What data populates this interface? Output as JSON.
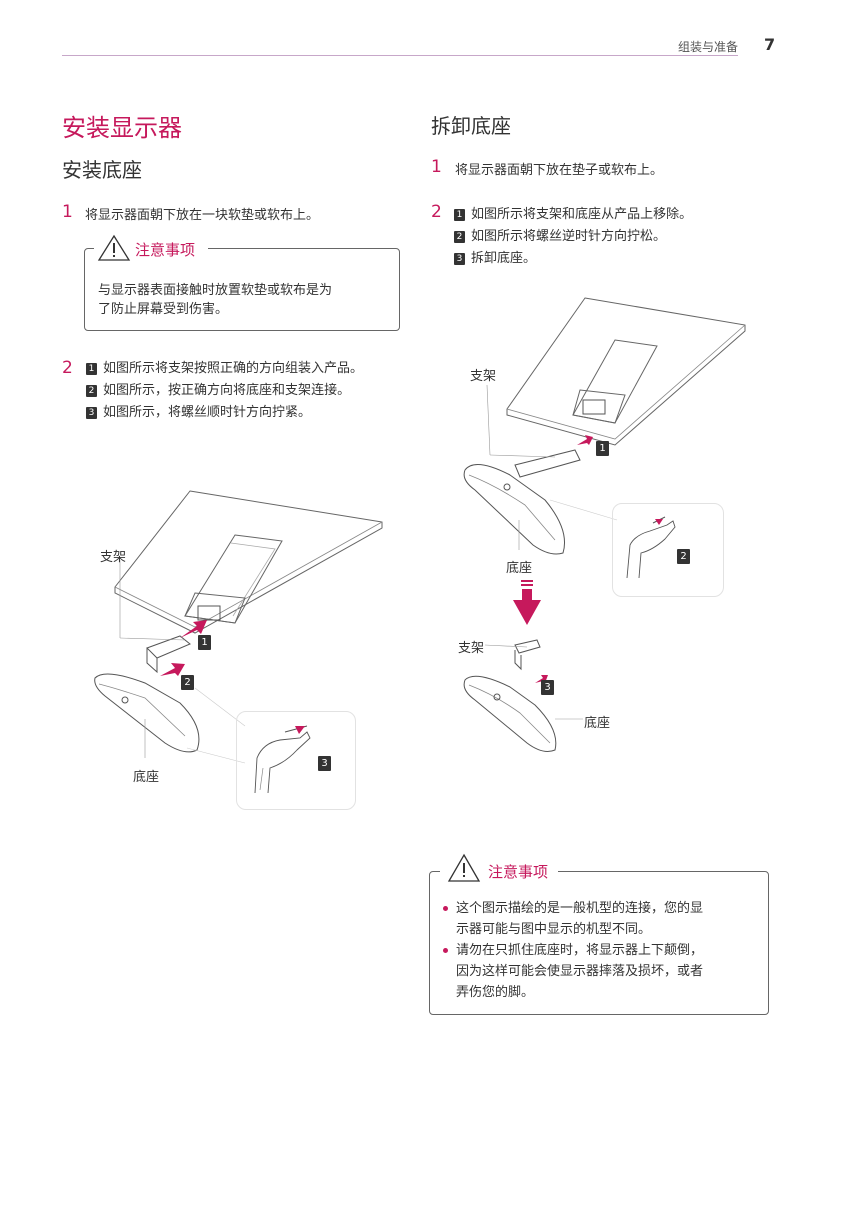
{
  "header": {
    "section": "组装与准备",
    "page_number": "7"
  },
  "left": {
    "title": "安装显示器",
    "subtitle": "安装底座",
    "step1": {
      "num": "1",
      "text": "将显示器面朝下放在一块软垫或软布上。"
    },
    "caution": {
      "title": "注意事项",
      "lines": [
        "与显示器表面接触时放置软垫或软布是为",
        "了防止屏幕受到伤害。"
      ]
    },
    "step2": {
      "num": "2",
      "items": [
        {
          "badge": "1",
          "pre": "如图所示将",
          "b1": "支架",
          "mid": "按照正确的方向组装入产品。",
          "b2": "",
          "post": ""
        },
        {
          "badge": "2",
          "pre": "如图所示，按正确方向将",
          "b1": "底座",
          "mid": "和",
          "b2": "支架",
          "post": "连接。"
        },
        {
          "badge": "3",
          "pre": "如图所示，将螺丝顺时针方向拧紧。",
          "b1": "",
          "mid": "",
          "b2": "",
          "post": ""
        }
      ]
    },
    "figure": {
      "label_stand": "支架",
      "label_base": "底座",
      "callouts": [
        "1",
        "2",
        "3"
      ]
    }
  },
  "right": {
    "title": "拆卸底座",
    "step1": {
      "num": "1",
      "text": "将显示器面朝下放在垫子或软布上。"
    },
    "step2": {
      "num": "2",
      "items": [
        {
          "badge": "1",
          "pre": "如图所示将",
          "b1": "支架",
          "mid": "和",
          "b2": "底座",
          "post": "从产品上移除。"
        },
        {
          "badge": "2",
          "pre": "如图所示将螺丝逆时针方向拧松。",
          "b1": "",
          "mid": "",
          "b2": "",
          "post": ""
        },
        {
          "badge": "3",
          "pre": "拆卸底座。",
          "b1": "",
          "mid": "",
          "b2": "",
          "post": ""
        }
      ]
    },
    "figure": {
      "label_stand_top": "支架",
      "label_base_mid": "底座",
      "label_stand_bottom": "支架",
      "label_base_bottom": "底座",
      "callouts": [
        "1",
        "2",
        "3"
      ]
    },
    "caution": {
      "title": "注意事项",
      "bullets": [
        [
          "这个图示描绘的是一般机型的连接，您的显",
          "示器可能与图中显示的机型不同。"
        ],
        [
          "请勿在只抓住底座时，将显示器上下颠倒，",
          "因为这样可能会使显示器摔落及损坏，或者",
          "弄伤您的脚。"
        ]
      ]
    }
  },
  "colors": {
    "accent": "#c6195c",
    "text": "#333333",
    "rule": "#c7a7c9"
  }
}
